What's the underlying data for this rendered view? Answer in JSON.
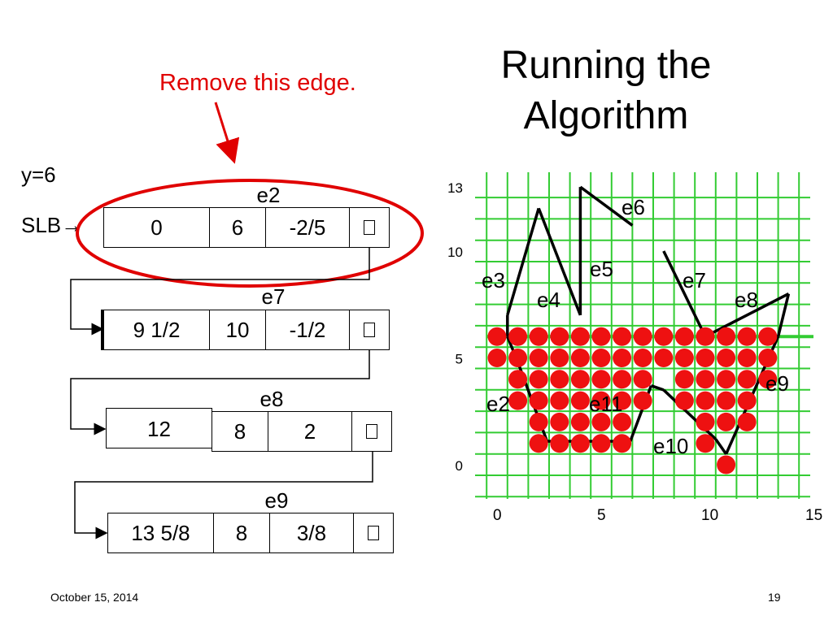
{
  "slide": {
    "title_line1": "Running the",
    "title_line2": "Algorithm",
    "remove_note": "Remove this edge.",
    "y_label": "y=6",
    "slb_label": "SLB",
    "slb_arrow": "→",
    "footer_date": "October 15, 2014",
    "page_number": "19"
  },
  "records": [
    {
      "label": "e2",
      "x": "0",
      "ymax": "6",
      "inv_slope": "-2/5",
      "highlighted": true
    },
    {
      "label": "e7",
      "x": "9 1/2",
      "ymax": "10",
      "inv_slope": "-1/2",
      "highlighted": false
    },
    {
      "label": "e8",
      "x": "12",
      "ymax": "8",
      "inv_slope": "2",
      "highlighted": false
    },
    {
      "label": "e9",
      "x": "13 5/8",
      "ymax": "8",
      "inv_slope": "3/8",
      "highlighted": false
    }
  ],
  "colors": {
    "grid": "#33cc33",
    "pixel": "#ee1111",
    "highlight": "#e00000",
    "edge": "#000000"
  },
  "grid": {
    "x_tick_labels": [
      "0",
      "5",
      "10",
      "15"
    ],
    "y_tick_labels": [
      "0",
      "5",
      "10",
      "13"
    ],
    "x_ticks": [
      0,
      5,
      10,
      15
    ],
    "y_ticks": [
      0,
      5,
      10,
      13
    ],
    "xmin": 0,
    "xmax": 15,
    "ymin": 0,
    "ymax": 13,
    "scanline_y": 6,
    "vertices": [
      [
        0.5,
        7
      ],
      [
        2,
        12
      ],
      [
        4,
        7
      ],
      [
        4,
        13
      ],
      [
        6.5,
        11.2
      ],
      [
        8,
        10
      ],
      [
        10,
        6
      ],
      [
        14,
        8
      ],
      [
        13.5,
        6
      ],
      [
        11,
        0.5
      ],
      [
        10.5,
        1.2
      ],
      [
        8,
        3.5
      ],
      [
        7.4,
        3.7
      ],
      [
        6.4,
        1.1
      ],
      [
        2.4,
        1.1
      ],
      [
        1,
        4.8
      ],
      [
        0.5,
        6
      ]
    ],
    "edge_labels": [
      "e2",
      "e3",
      "e4",
      "e5",
      "e6",
      "e7",
      "e8",
      "e9",
      "e10",
      "e11"
    ],
    "pixel_rows": [
      {
        "y": 6,
        "xs": [
          0,
          1,
          2,
          3,
          4,
          5,
          6,
          7,
          8,
          9,
          10,
          11,
          12,
          13
        ]
      },
      {
        "y": 5,
        "xs": [
          0,
          1,
          2,
          3,
          4,
          5,
          6,
          7,
          8,
          9,
          10,
          11,
          12,
          13
        ]
      },
      {
        "y": 4,
        "xs": [
          1,
          2,
          3,
          4,
          5,
          6,
          7,
          9,
          10,
          11,
          12,
          13
        ]
      },
      {
        "y": 3,
        "xs": [
          1,
          2,
          3,
          4,
          5,
          6,
          7,
          9,
          10,
          11,
          12
        ]
      },
      {
        "y": 2,
        "xs": [
          2,
          3,
          4,
          5,
          6,
          10,
          11,
          12
        ]
      },
      {
        "y": 1,
        "xs": [
          2,
          3,
          4,
          5,
          6,
          10
        ]
      },
      {
        "y": 0,
        "xs": [
          11
        ]
      }
    ]
  }
}
